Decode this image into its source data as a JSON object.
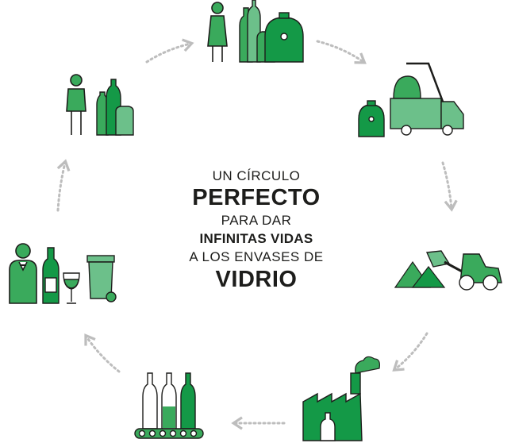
{
  "center": {
    "line1": "UN CÍRCULO",
    "line2": "PERFECTO",
    "line3": "PARA DAR",
    "line4": "INFINITAS VIDAS",
    "line5": "A LOS ENVASES DE",
    "line6": "VIDRIO"
  },
  "colors": {
    "dark_green": "#149947",
    "mid_green": "#3aaa5c",
    "light_green": "#6cc08a",
    "arrow_gray": "#bdbdbd",
    "text": "#1d1d1b"
  },
  "stages": [
    {
      "id": "consumer-buying",
      "icons": [
        "person-icon",
        "glass-bottles-icon"
      ]
    },
    {
      "id": "recycling-bins",
      "icons": [
        "person-icon",
        "glass-bottles-icon",
        "bottle-bank-icon"
      ]
    },
    {
      "id": "collection-truck",
      "icons": [
        "bottle-bank-icon",
        "crane-truck-icon"
      ]
    },
    {
      "id": "processing",
      "icons": [
        "cullet-piles-icon",
        "front-loader-icon"
      ]
    },
    {
      "id": "glass-factory",
      "icons": [
        "factory-icon",
        "smoke-icon"
      ]
    },
    {
      "id": "bottling-line",
      "icons": [
        "bottles-on-conveyor-icon"
      ]
    },
    {
      "id": "hospitality",
      "icons": [
        "waiter-icon",
        "wine-bottle-icon",
        "wine-glass-icon",
        "green-bin-icon"
      ]
    }
  ]
}
